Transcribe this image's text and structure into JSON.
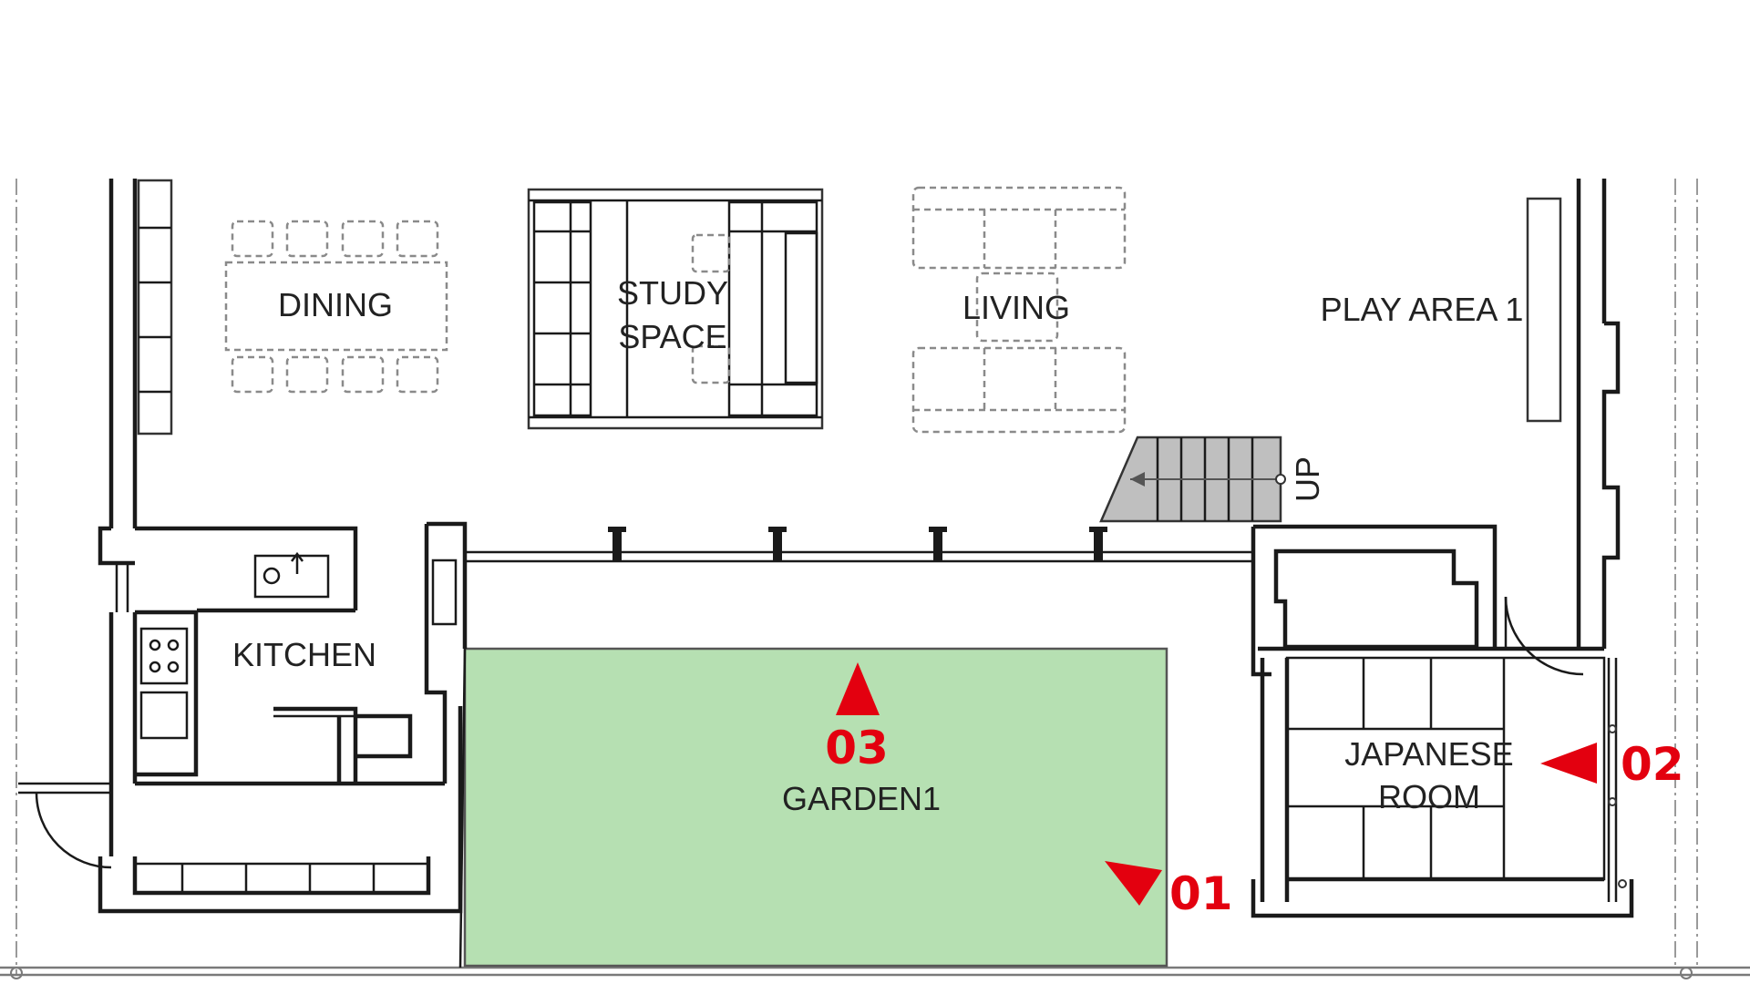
{
  "colors": {
    "wall": "#1a1a1a",
    "garden_fill": "#b6e0b2",
    "garden_stroke": "#555555",
    "marker": "#e3000f",
    "stair_fill": "#bfbfbf",
    "furniture": "#8a8a8a"
  },
  "rooms": {
    "dining": "DINING",
    "study_line1": "STUDY",
    "study_line2": "SPACE",
    "living": "LIVING",
    "play_area": "PLAY AREA 1",
    "kitchen": "KITCHEN",
    "garden": "GARDEN1",
    "japanese_line1": "JAPANESE",
    "japanese_line2": "ROOM"
  },
  "stair": {
    "label": "UP"
  },
  "view_markers": [
    {
      "id": "01",
      "direction": "down-right"
    },
    {
      "id": "02",
      "direction": "left"
    },
    {
      "id": "03",
      "direction": "up"
    }
  ],
  "icons": {
    "view_marker": "triangle-arrow-icon",
    "sink": "sink-icon",
    "stove": "stove-icon",
    "stair": "stair-icon",
    "door": "door-swing-icon"
  }
}
